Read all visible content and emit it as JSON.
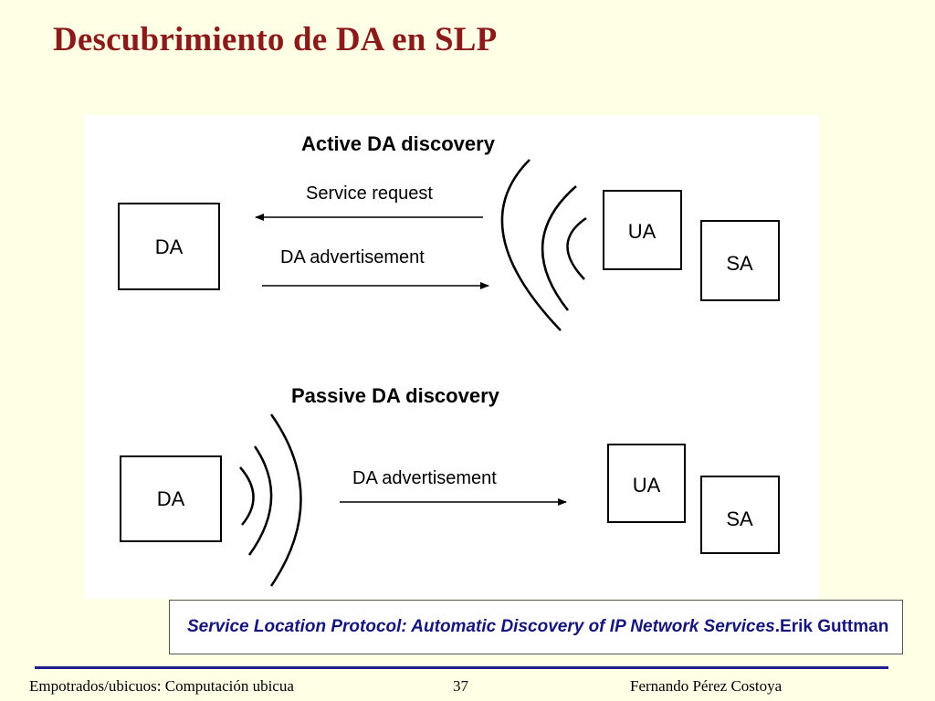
{
  "slide": {
    "title": "Descubrimiento de DA en SLP"
  },
  "diagram": {
    "active": {
      "heading": "Active DA discovery",
      "da_label": "DA",
      "ua_label": "UA",
      "sa_label": "SA",
      "request_label": "Service request",
      "advertisement_label": "DA advertisement"
    },
    "passive": {
      "heading": "Passive DA discovery",
      "da_label": "DA",
      "ua_label": "UA",
      "sa_label": "SA",
      "advertisement_label": "DA advertisement"
    }
  },
  "citation": {
    "title": "Service Location Protocol: Automatic Discovery of IP Network Services",
    "separator": ".",
    "author": " Erik Guttman"
  },
  "footer": {
    "left": "Empotrados/ubicuos: Computación ubicua",
    "page_number": "37",
    "right": "Fernando Pérez Costoya"
  }
}
